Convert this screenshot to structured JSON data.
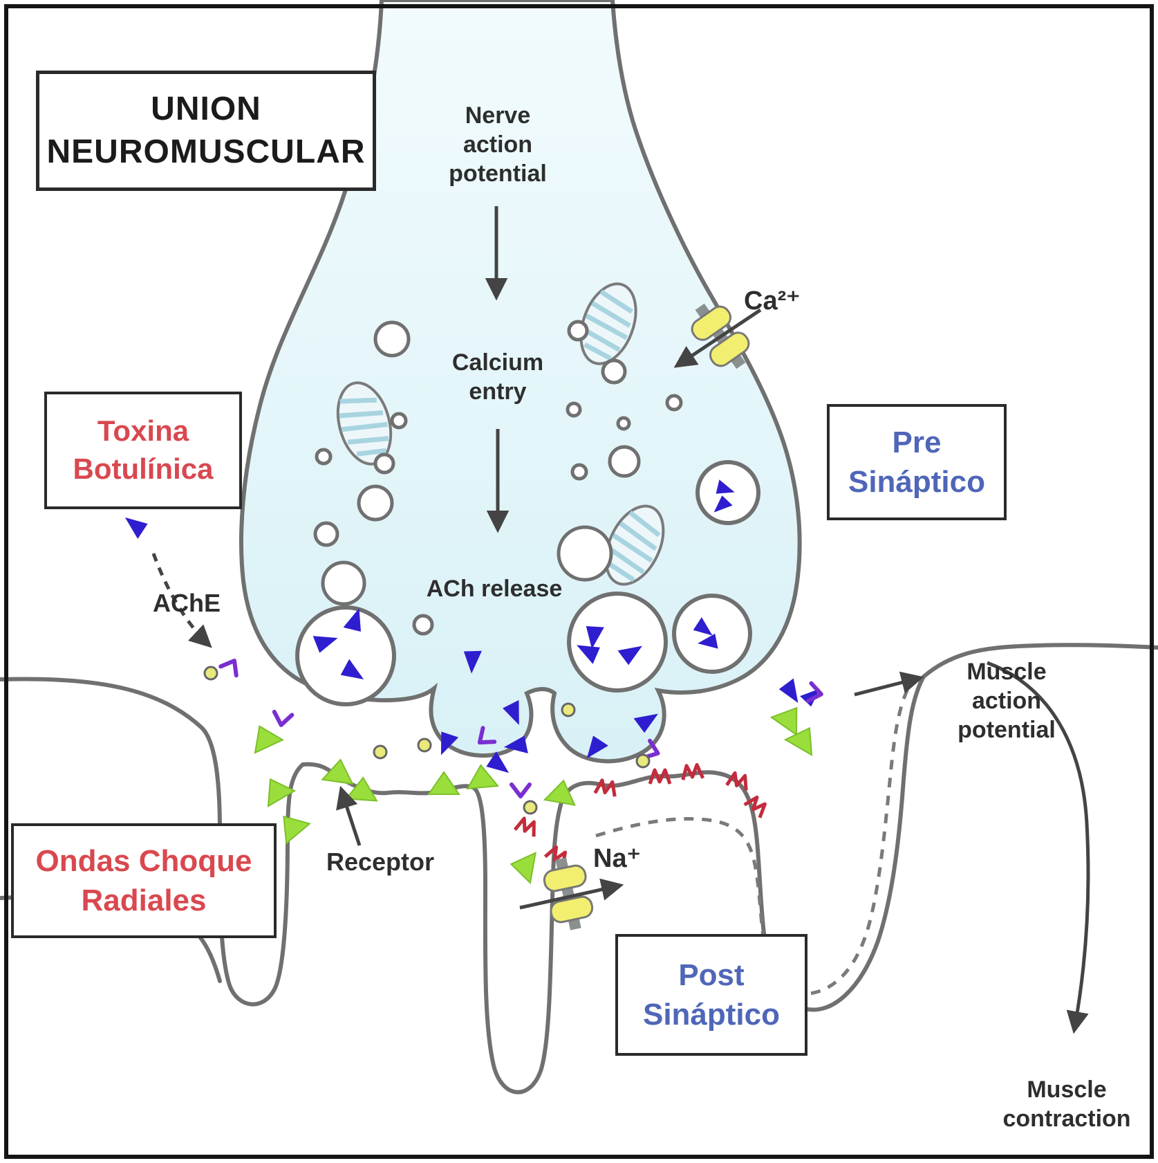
{
  "figure": {
    "title_box": {
      "text": "UNION\nNEUROMUSCULAR"
    },
    "boxes": {
      "pre_synaptic": {
        "text": "Pre\nSináptico",
        "color": "#4f66b8"
      },
      "post_synaptic": {
        "text": "Post\nSináptico",
        "color": "#4f66b8"
      },
      "toxina": {
        "text": "Toxina\nBotulínica",
        "color": "#d9484f"
      },
      "ondas": {
        "text": "Ondas Choque\nRadiales",
        "color": "#d9484f"
      }
    },
    "labels": {
      "nerve_action_potential": "Nerve\naction\npotential",
      "calcium_entry": "Calcium\nentry",
      "ach_release": "ACh release",
      "ca_ion": "Ca²⁺",
      "ache": "AChE",
      "receptor": "Receptor",
      "na_ion": "Na⁺",
      "muscle_action_potential": "Muscle\naction\npotential",
      "muscle_contraction": "Muscle\ncontraction"
    },
    "icons": {
      "ach_molecule": "blue-triangle-icon",
      "ach_receptor": "green-triangle-icon",
      "ache_enzyme": "purple-chevron-icon",
      "ion_channel": "yellow-channel-icon",
      "membrane_receptor_red": "red-zigzag-icon",
      "choline": "yellow-dot-icon",
      "vesicle": "white-circle-icon",
      "mitochondrion": "hatched-ellipse-icon"
    },
    "colors": {
      "terminal_fill_top": "#f2fbfd",
      "terminal_fill_bottom": "#d8f1f6",
      "outline_gray": "#707070",
      "ach_blue": "#2f1ecf",
      "receptor_green": "#9ade3c",
      "ache_purple": "#7a2fd0",
      "dot_yellow": "#e9e97c",
      "channel_yellow": "#f2ef70",
      "red_mark": "#c22c3c",
      "label_blue": "#4f66b8",
      "label_red": "#d9484f",
      "frame_black": "#141414"
    }
  }
}
